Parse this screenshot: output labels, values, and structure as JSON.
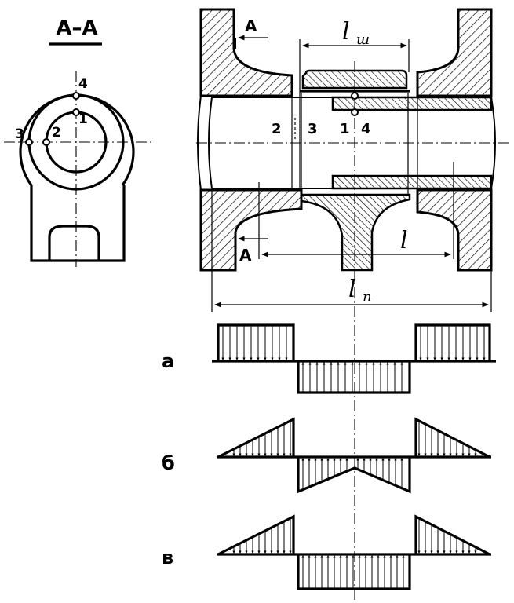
{
  "labels": {
    "section": "A–A",
    "points": [
      "1",
      "2",
      "3",
      "4"
    ],
    "cut_top": "A",
    "cut_bottom": "A",
    "dim_lsh": "l",
    "dim_lsh_sub": "ш",
    "dim_l": "l",
    "dim_ln": "l",
    "dim_ln_sub": "п",
    "mid_labels": [
      "2",
      "3",
      "1",
      "4"
    ],
    "diagrams": [
      "а",
      "б",
      "в"
    ]
  }
}
